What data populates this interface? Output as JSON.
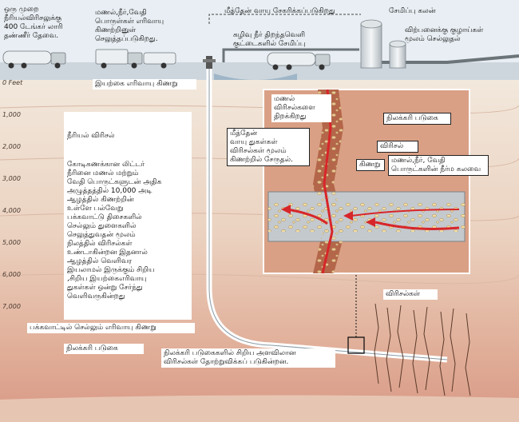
{
  "labels": {
    "water_trucks": "ஒரு முறை\nநீரியல்விரிசலுக்கு\n400 டேங்கர் லாரி\nதண்ணீர் தேவை.",
    "chemical_storage": "மணல்,நீர்,வேதி\nபொருள்கள் எரிவாயு\nகிணற்றினுள்\nசெலுத்தப்படுகிறது.",
    "methane_collected": "மீத்தேன் வாயு சேகரிக்கப்படுகிறது",
    "storage_tank": "சேமிப்பு கலன்",
    "wastewater": "கழிவு நீர் திறந்தவெளி\nகுட்டைகளில் சேமிப்பு",
    "pipeline_market": "விற்பனைக்கு குழாய்கள்\nமூலம் செல்லுதல்",
    "gas_well": "இயற்கை எரிவாயு கிணறு",
    "fracture_title": "நீரியல் விரிசல்",
    "fracture_desc": "கோடிகணக்கான லிட்டர்\nநீரினை மணல் மற்றும்\nவேதி பொருட்களுடன் அதிக\nஅழுத்தத்தில் 10,000 அடி\nஆழத்தில் கிணற்றின்\nஉள்ளே பல்வேறு\nபக்கவாட்டு திசைகளில்\nசெல்லும் துளைகளில்\nசெலுத்துவதன் மூலம்\nநிலத்தில் விரிசல்கள்\nஉண்டாகின்றன இதனால்\nஆழத்தில் வெளிவர\nஇயலாமல் இருக்கும் சிறிய\n,சிறிய இயற்கைஎரிவாயு\nதுகள்கள் ஒன்று சேர்ந்து\nவெளிவருகின்றது",
    "sand_opens": "மணல்\nவிரிசல்களை\nதிறக்கிறது",
    "coal_layer_inset": "நிலக்கரி படுகை",
    "fracture_inset": "விரிசல்",
    "methane_escapes": "மீத்தேன்\nவாயு துகள்கள்\nவிரிசல்கள் மூலம்\nகிணற்றில் சேருதல்.",
    "well_inset": "கிணறு",
    "sand_water_mix": "மணல்,நீர், வேதி\nபொருட்களின் நீர்ம கலவை",
    "fractures": "விரிசல்கள்",
    "horizontal_well": "பக்கவாட்டில் செல்லும் எரிவாயு கிணறு",
    "coal_layer": "நிலக்கரி படுகை",
    "coal_fracture_note": "நிலக்கரி படுகைகளில் சிறிய அளவிலான\nவிரிசல்கள் தோற்றுவிக்கப் படுகின்றன."
  },
  "depth_axis": {
    "labels": [
      "0 Feet",
      "1,000",
      "2,000",
      "3,000",
      "4,000",
      "5,000",
      "6,000",
      "7,000"
    ]
  },
  "colors": {
    "sky": "#e6eef5",
    "surface": "#d2dbe2",
    "soil_top": "#efe4d7",
    "soil_mid": "#e7c7b1",
    "soil_deep": "#d89e88",
    "coal": "#2a2a2a",
    "fluid_red": "#d7262a",
    "rock_brown": "#8a4a30"
  }
}
